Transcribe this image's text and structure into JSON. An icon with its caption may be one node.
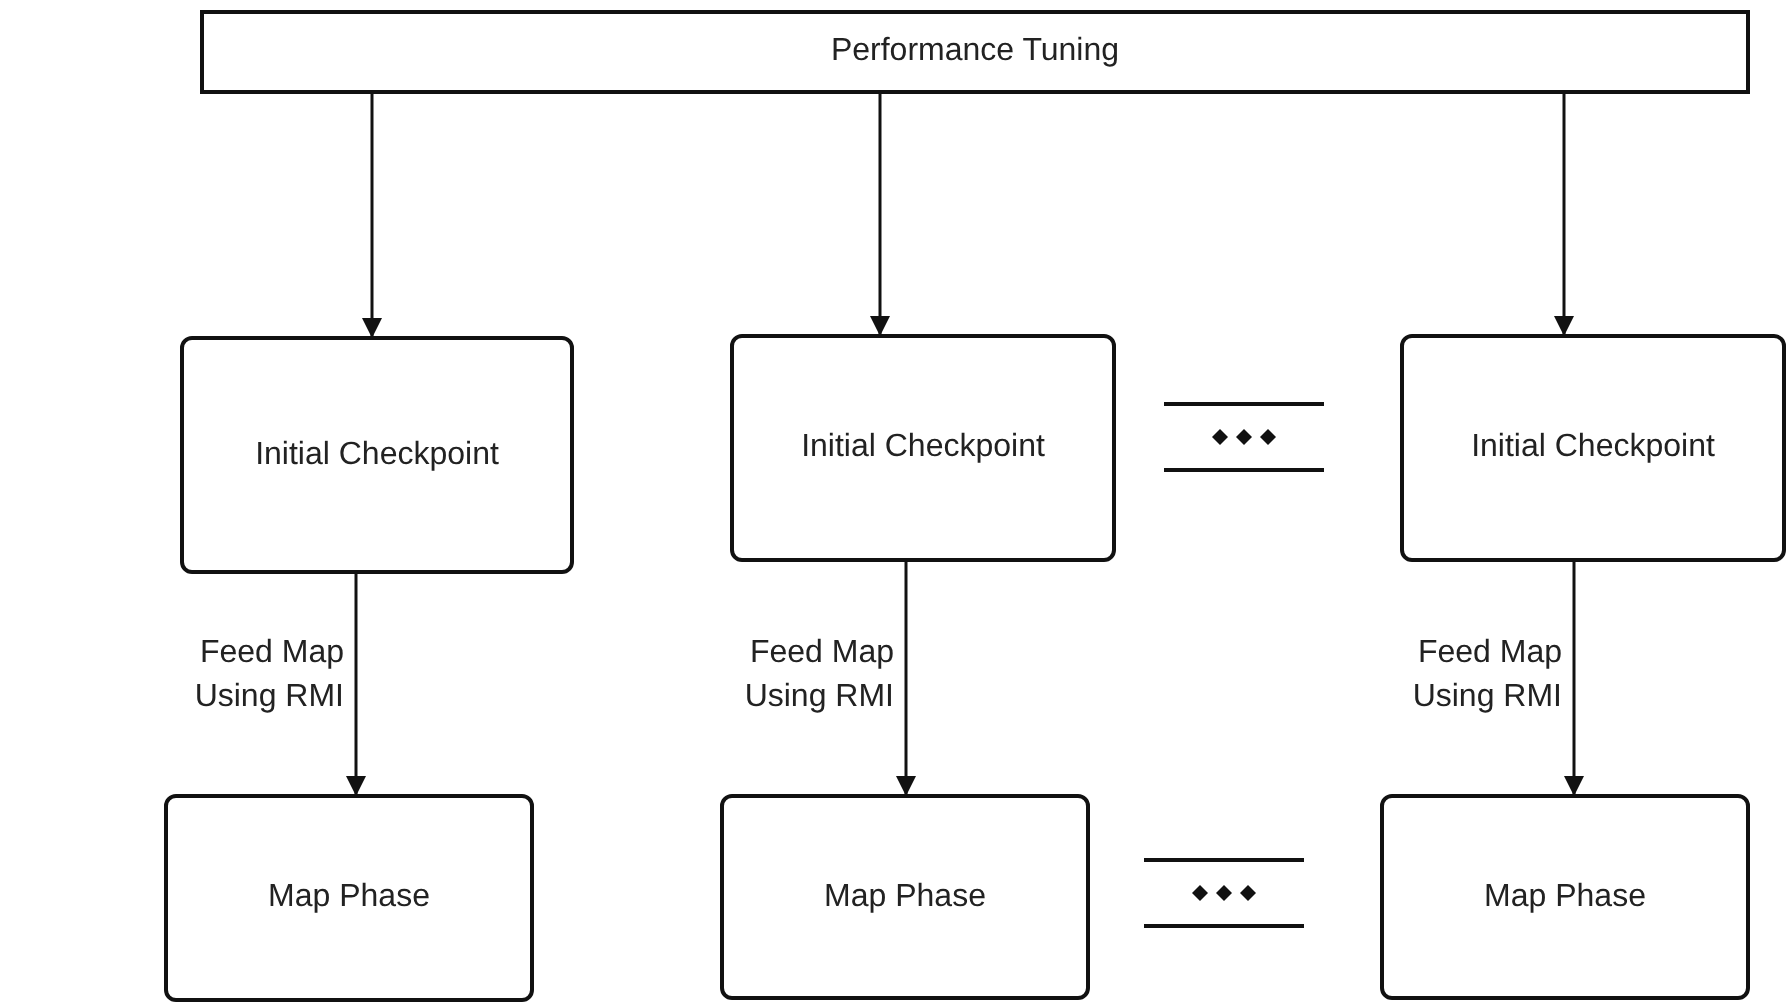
{
  "diagram": {
    "nodes": [
      {
        "text": [
          "Performance Tuning"
        ]
      },
      {
        "text": [
          "Initial Checkpoint"
        ]
      },
      {
        "text": [
          "Initial Checkpoint"
        ]
      },
      {
        "text": [
          "Initial Checkpoint"
        ]
      },
      {
        "text": [
          "Map Phase"
        ]
      },
      {
        "text": [
          "Map Phase"
        ]
      },
      {
        "text": [
          "Map Phase"
        ]
      }
    ],
    "edges": [
      {
        "from": 0,
        "to": 1,
        "arrow": "to"
      },
      {
        "from": 0,
        "to": 2,
        "arrow": "to"
      },
      {
        "from": 0,
        "to": 3,
        "arrow": "to"
      },
      {
        "from": 1,
        "to": 4,
        "arrow": "to",
        "label": "Feed Map Using RMI"
      },
      {
        "from": 2,
        "to": 5,
        "arrow": "to",
        "label": "Feed Map Using RMI"
      },
      {
        "from": 3,
        "to": 6,
        "arrow": "to",
        "label": "Feed Map Using RMI"
      }
    ]
  }
}
